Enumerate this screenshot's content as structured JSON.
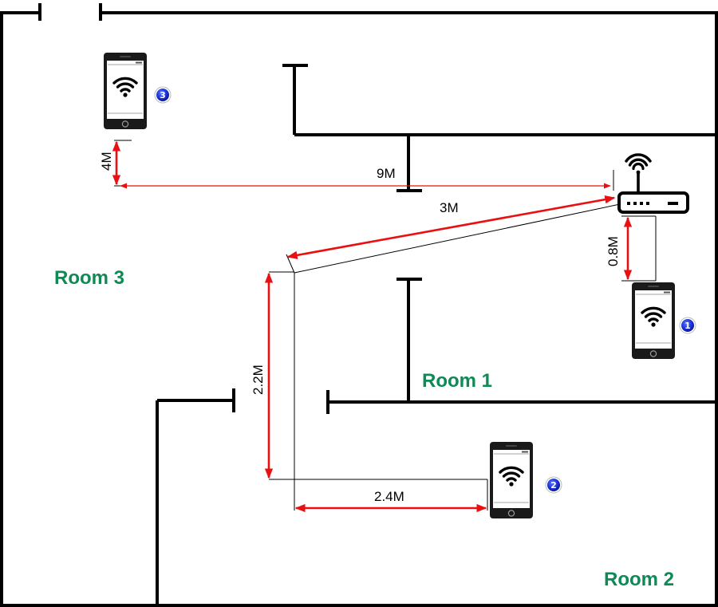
{
  "rooms": {
    "room1": "Room 1",
    "room2": "Room 2",
    "room3": "Room 3"
  },
  "measurements": {
    "router_to_phone3": "9M",
    "router_to_corner": "3M",
    "router_to_phone1": "0.8M",
    "phone3_offset": "4M",
    "vertical_to_room2": "2.2M",
    "corner_to_phone2": "2.4M"
  },
  "devices": {
    "phone1_badge": "1",
    "phone2_badge": "2",
    "phone3_badge": "3"
  },
  "icons": {
    "router": "wifi-router-icon",
    "phone": "smartphone-wifi-icon",
    "badge": "numbered-badge"
  },
  "colors": {
    "wall": "#000000",
    "measurement": "#e81010",
    "room_label": "#0e8a55",
    "badge": "#1a2fd6"
  }
}
